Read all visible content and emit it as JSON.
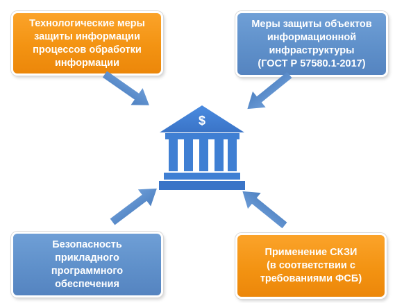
{
  "boxes": {
    "top_left": "Технологические меры\nзащиты информации\nпроцессов обработки\nинформации",
    "top_right": "Меры защиты объектов\nинформационной\nинфраструктуры\n(ГОСТ Р 57580.1-2017)",
    "bottom_left": "Безопасность\nприкладного\nпрограммного\nобеспечения",
    "bottom_right": "Применение СКЗИ\n(в соответствии с\nтребованиями ФСБ)"
  },
  "icon": {
    "name": "bank-building-icon",
    "symbol": "$"
  },
  "colors": {
    "orange": "#f39312",
    "blue": "#5f90ca",
    "arrow": "#5c8ecd",
    "bank": "#3f7fd3"
  }
}
